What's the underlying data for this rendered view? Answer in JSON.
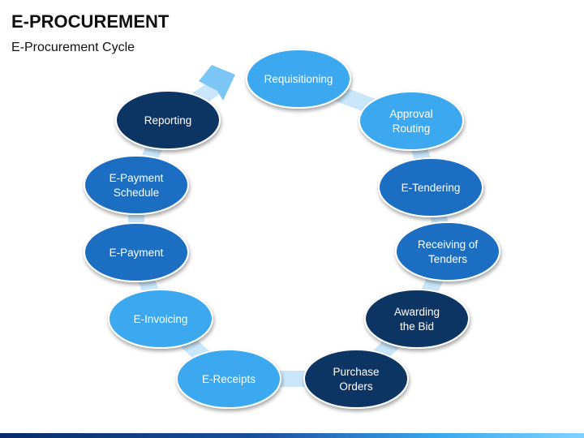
{
  "header": {
    "title": "E-PROCUREMENT",
    "subtitle": "E-Procurement Cycle"
  },
  "colors": {
    "light_blue": "#3aa8f0",
    "mid_blue": "#1c6ec2",
    "dark_navy": "#0e3464",
    "arrow": "#c9e6fb",
    "border": "#ffffff"
  },
  "cycle": {
    "steps": [
      {
        "label": [
          "Requisitioning"
        ],
        "tone": "light_blue"
      },
      {
        "label": [
          "Approval",
          "Routing"
        ],
        "tone": "light_blue"
      },
      {
        "label": [
          "E-Tendering"
        ],
        "tone": "mid_blue"
      },
      {
        "label": [
          "Receiving of",
          "Tenders"
        ],
        "tone": "mid_blue"
      },
      {
        "label": [
          "Awarding",
          "the Bid"
        ],
        "tone": "dark_navy"
      },
      {
        "label": [
          "Purchase",
          "Orders"
        ],
        "tone": "dark_navy"
      },
      {
        "label": [
          "E-Receipts"
        ],
        "tone": "light_blue"
      },
      {
        "label": [
          "E-Invoicing"
        ],
        "tone": "light_blue"
      },
      {
        "label": [
          "E-Payment"
        ],
        "tone": "mid_blue"
      },
      {
        "label": [
          "E-Payment",
          "Schedule"
        ],
        "tone": "mid_blue"
      },
      {
        "label": [
          "Reporting"
        ],
        "tone": "dark_navy"
      }
    ]
  }
}
